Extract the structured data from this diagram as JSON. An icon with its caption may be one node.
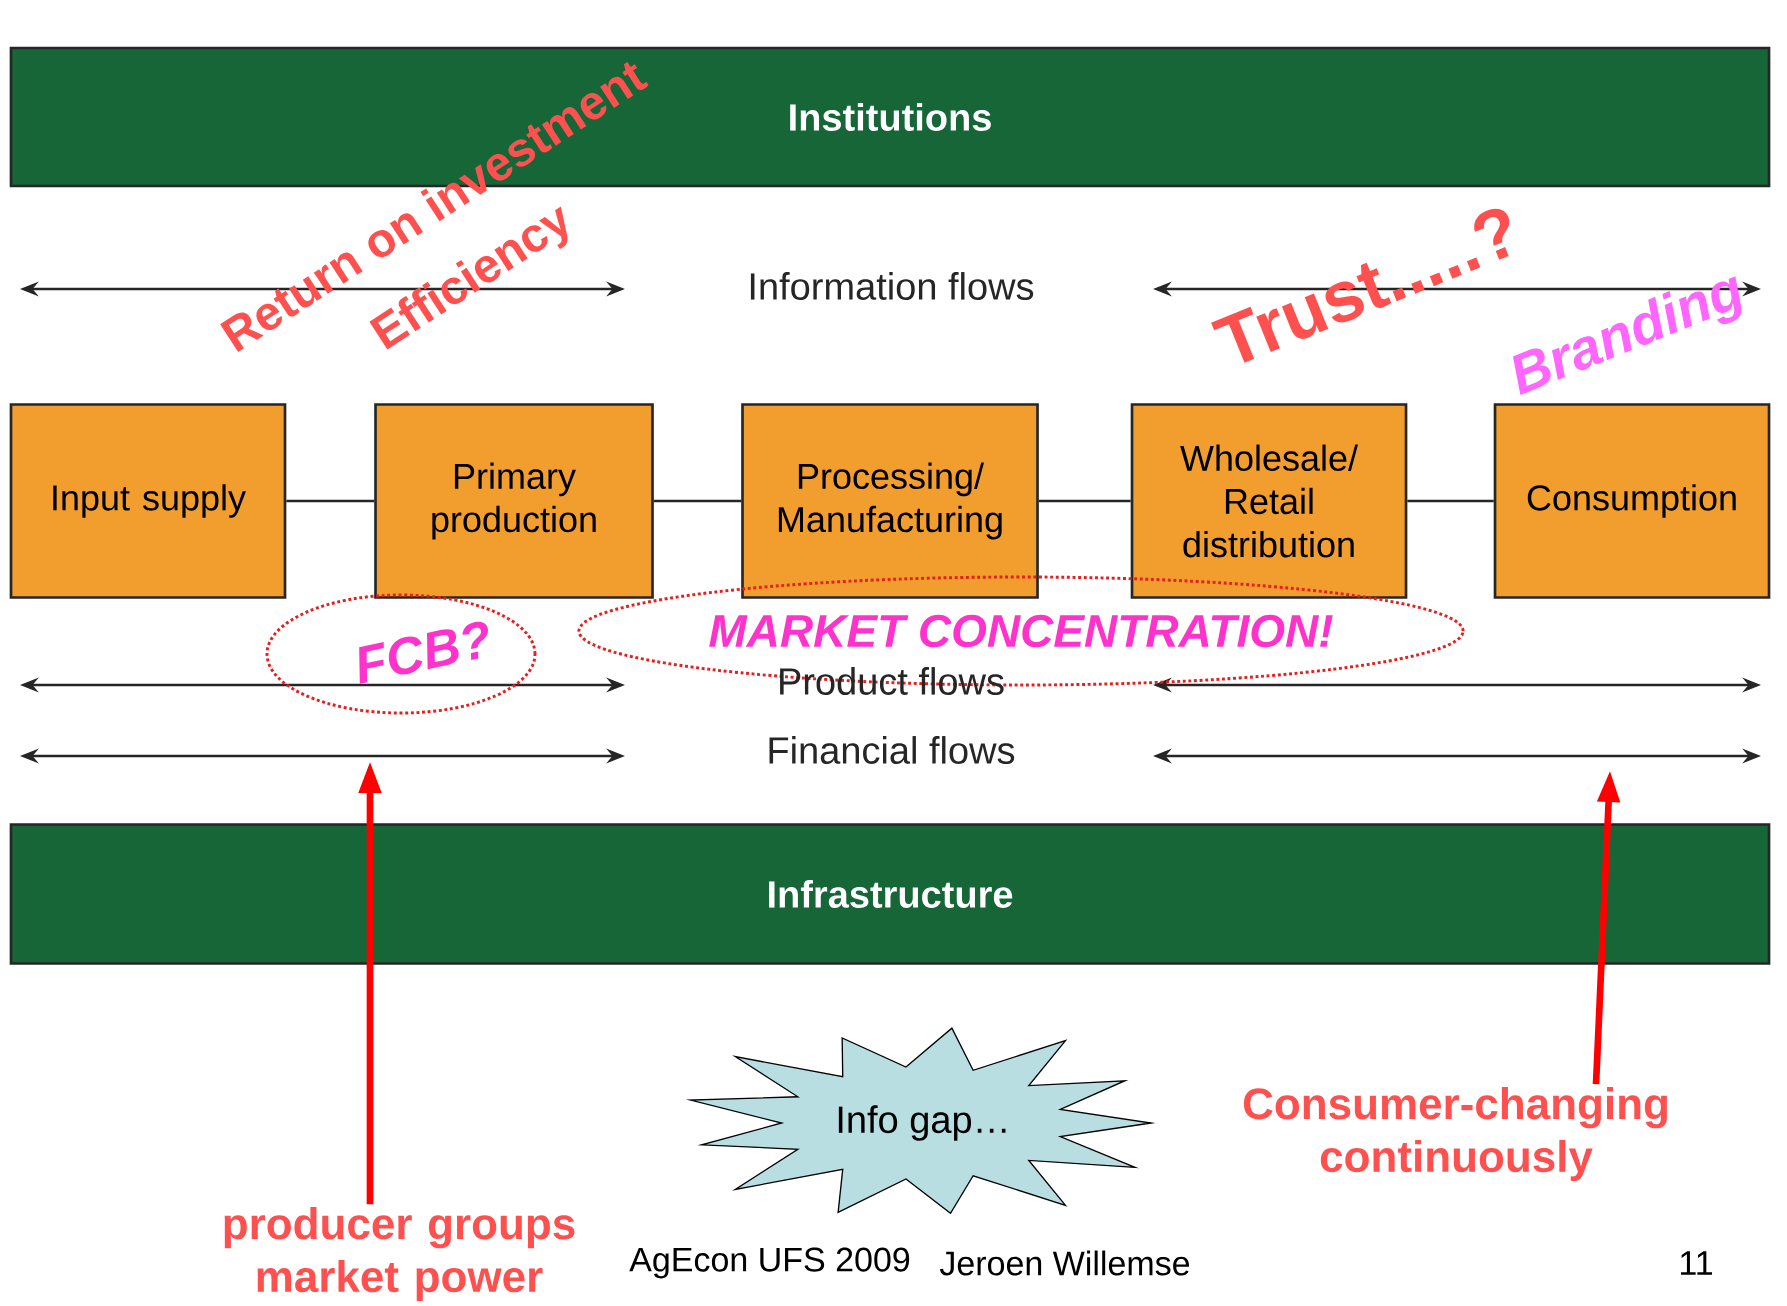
{
  "diagram": {
    "nodes": [
      {
        "text": [
          "Institutions"
        ]
      },
      {
        "text": [
          "Input supply"
        ]
      },
      {
        "text": [
          "Primary production"
        ]
      },
      {
        "text": [
          "Processing/ Manufacturing"
        ]
      },
      {
        "text": [
          "Wholesale/ Retail distribution"
        ]
      },
      {
        "text": [
          "Consumption"
        ]
      },
      {
        "text": [
          "FCB?"
        ]
      },
      {
        "text": [
          "MARKET CONCENTRATION!"
        ]
      },
      {
        "text": [
          "Infrastructure"
        ]
      },
      {
        "text": [
          "Info gap…"
        ]
      },
      {
        "text": [
          "producer groups market power"
        ]
      },
      {
        "text": [
          "Consumer-changing continuously"
        ]
      }
    ],
    "edges": [
      {
        "from": 1,
        "to": 2,
        "arrow": "none"
      },
      {
        "from": 2,
        "to": 3,
        "arrow": "none"
      },
      {
        "from": 3,
        "to": 4,
        "arrow": "none"
      },
      {
        "from": 4,
        "to": 5,
        "arrow": "none"
      },
      {
        "from": 10,
        "to": null,
        "arrow": "to",
        "style": "thick",
        "color": "#ff0000"
      },
      {
        "from": 11,
        "to": null,
        "arrow": "to",
        "style": "thick",
        "color": "#ff0000"
      }
    ],
    "labels": [
      "Return on investment",
      "Efficiency",
      "Information flows",
      "Trust.....?",
      "Branding",
      "Product flows",
      "Financial flows",
      "AgEcon UFS 2009",
      "Jeroen Willemse",
      "11"
    ]
  }
}
